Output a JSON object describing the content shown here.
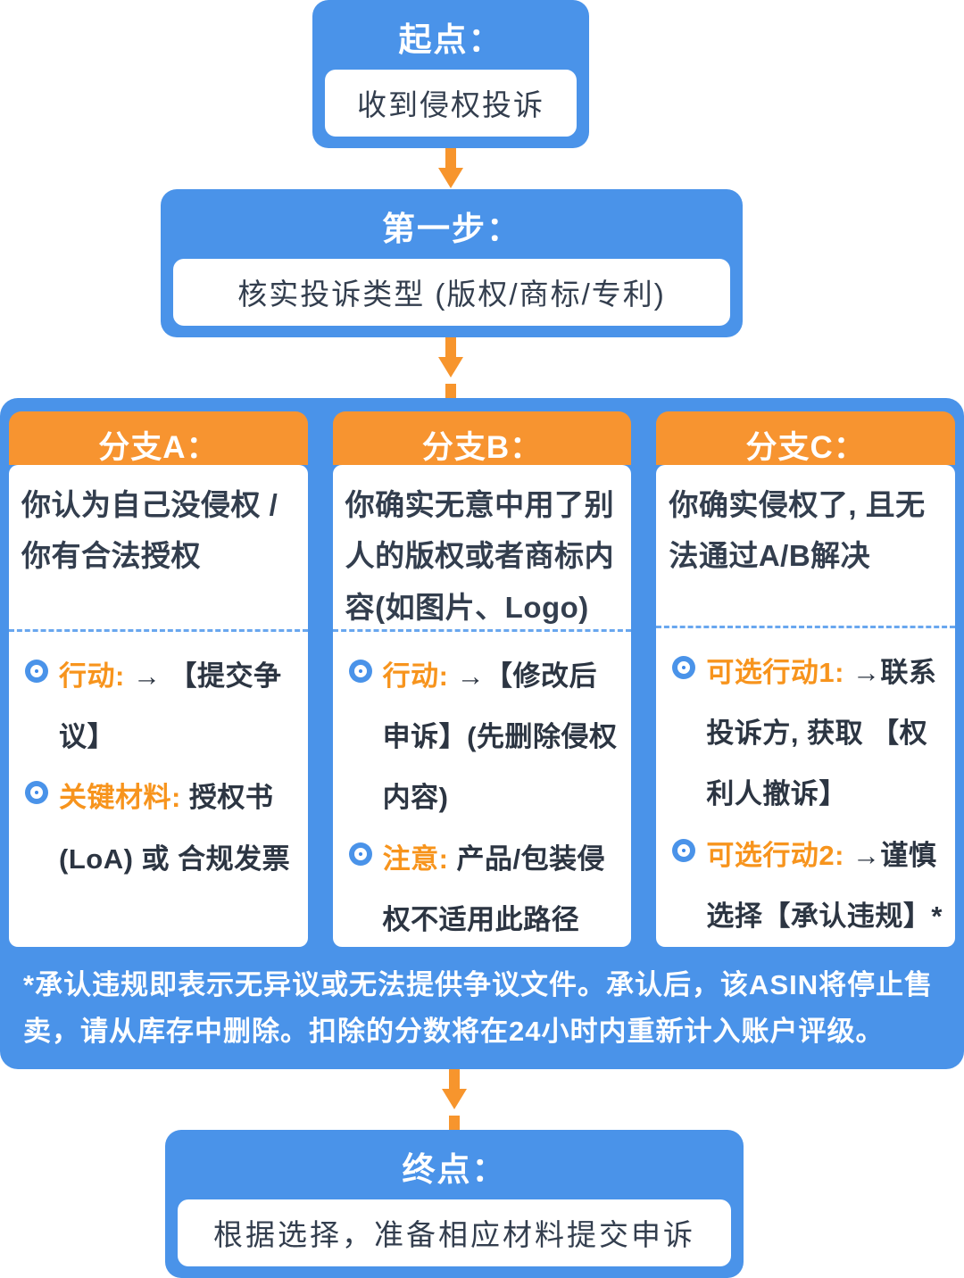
{
  "colors": {
    "blue": "#4a93e9",
    "orange_header": "#f79430",
    "orange_arrow": "#f7952d",
    "orange_label": "#f7941d",
    "dark_text": "#333e4e",
    "card_bg": "#ffffff"
  },
  "start": {
    "title": "起点：",
    "body": "收到侵权投诉"
  },
  "step1": {
    "title": "第一步：",
    "body": "核实投诉类型 (版权/商标/专利)"
  },
  "branches": [
    {
      "title": "分支A：",
      "description": "你认为自己没侵权 / 你有合法授权",
      "items": [
        {
          "label": "行动:",
          "text": "→ 【提交争议】"
        },
        {
          "label": "关键材料:",
          "text": "授权书 (LoA) 或 合规发票"
        }
      ]
    },
    {
      "title": "分支B：",
      "description": "你确实无意中用了别人的版权或者商标内容(如图片、Logo)",
      "items": [
        {
          "label": "行动:",
          "text": "→【修改后申诉】(先删除侵权内容)"
        },
        {
          "label": "注意:",
          "text": "产品/包装侵权不适用此路径"
        }
      ]
    },
    {
      "title": "分支C：",
      "description": "你确实侵权了, 且无法通过A/B解决",
      "items": [
        {
          "label": "可选行动1:",
          "text": "→联系投诉方, 获取 【权利人撤诉】"
        },
        {
          "label": "可选行动2:",
          "text": "→谨慎选择【承认违规】*"
        }
      ]
    }
  ],
  "footnote": "*承认违规即表示无异议或无法提供争议文件。承认后，该ASIN将停止售卖，请从库存中删除。扣除的分数将在24小时内重新计入账户评级。",
  "end": {
    "title": "终点：",
    "body": "根据选择，准备相应材料提交申诉"
  }
}
